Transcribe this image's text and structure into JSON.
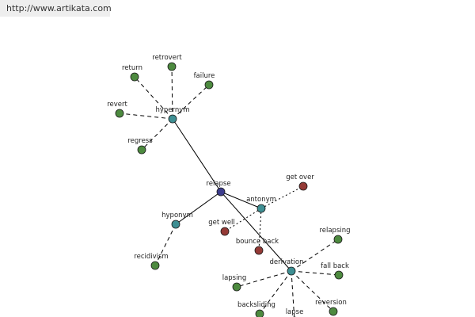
{
  "site_url": "http://www.artikata.com",
  "colors": {
    "root": "#3c3c8c",
    "relation": "#3e8f93",
    "word": "#4d8a3f",
    "antonym_word": "#943a36",
    "edge": "#000000"
  },
  "graph": {
    "root": {
      "id": "relapse",
      "label": "relapse"
    },
    "relations": [
      {
        "id": "hypernym",
        "label": "hypernym"
      },
      {
        "id": "antonym",
        "label": "antonym"
      },
      {
        "id": "hyponym",
        "label": "hyponym"
      },
      {
        "id": "derivation",
        "label": "derivation"
      }
    ],
    "words": [
      {
        "id": "return",
        "label": "return",
        "relation": "hypernym"
      },
      {
        "id": "retrovert",
        "label": "retrovert",
        "relation": "hypernym"
      },
      {
        "id": "failure",
        "label": "failure",
        "relation": "hypernym"
      },
      {
        "id": "revert",
        "label": "revert",
        "relation": "hypernym"
      },
      {
        "id": "regress",
        "label": "regress",
        "relation": "hypernym"
      },
      {
        "id": "get-over",
        "label": "get over",
        "relation": "antonym"
      },
      {
        "id": "get-well",
        "label": "get well",
        "relation": "antonym"
      },
      {
        "id": "bounce-back",
        "label": "bounce back",
        "relation": "antonym"
      },
      {
        "id": "recidivism",
        "label": "recidivism",
        "relation": "hyponym"
      },
      {
        "id": "relapsing",
        "label": "relapsing",
        "relation": "derivation"
      },
      {
        "id": "fall-back",
        "label": "fall back",
        "relation": "derivation"
      },
      {
        "id": "lapsing",
        "label": "lapsing",
        "relation": "derivation"
      },
      {
        "id": "backsliding",
        "label": "backsliding",
        "relation": "derivation"
      },
      {
        "id": "lapse",
        "label": "lapse",
        "relation": "derivation"
      },
      {
        "id": "reversion",
        "label": "reversion",
        "relation": "derivation"
      }
    ]
  }
}
